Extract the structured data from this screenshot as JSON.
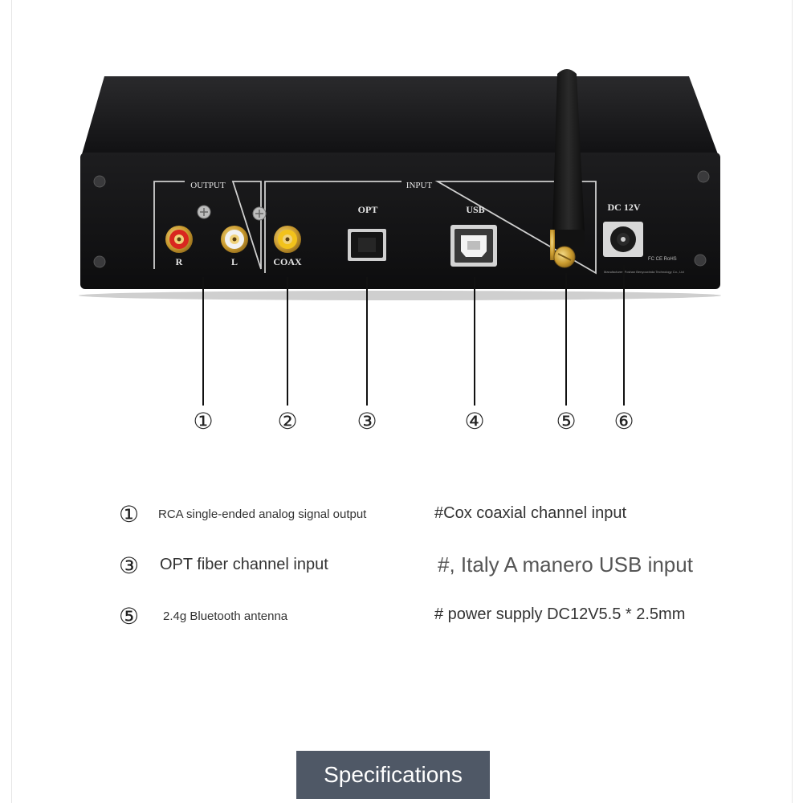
{
  "device": {
    "output_label": "OUTPUT",
    "input_label": "INPUT",
    "right_label": "R",
    "left_label": "L",
    "coax_label": "COAX",
    "opt_label": "OPT",
    "usb_label": "USB",
    "dc_label": "DC 12V",
    "cert_text": "FC CE RoHS",
    "manufacturer_text": "Manufacturer: Foshan Benyouxinda Technology Co., Ltd"
  },
  "callouts": [
    "①",
    "②",
    "③",
    "④",
    "⑤",
    "⑥"
  ],
  "legend": [
    {
      "num": "①",
      "text": "RCA single-ended analog signal output"
    },
    {
      "text": "#Cox coaxial channel input"
    },
    {
      "num": "③",
      "text": "OPT fiber channel input"
    },
    {
      "text": "#, Italy A manero USB input"
    },
    {
      "num": "⑤",
      "text": "2.4g Bluetooth antenna"
    },
    {
      "text": "# power supply DC12V5.5 * 2.5mm"
    }
  ],
  "button": {
    "label": "Specifications"
  }
}
